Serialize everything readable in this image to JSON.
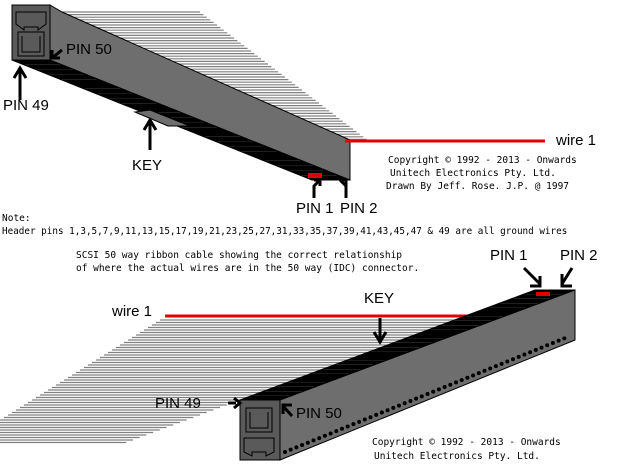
{
  "top_diagram": {
    "pin50": "PIN 50",
    "pin49": "PIN 49",
    "key": "KEY",
    "pin1": "PIN 1",
    "pin2": "PIN 2",
    "wire1": "wire 1",
    "copyright": [
      "Copyright © 1992 - 2013 - Onwards",
      "Unitech Electronics Pty. Ltd.",
      "Drawn By Jeff. Rose. J.P. @ 1997"
    ]
  },
  "note": {
    "heading": "Note:",
    "text": "Header pins 1,3,5,7,9,11,13,15,17,19,21,23,25,27,31,33,35,37,39,41,43,45,47 & 49 are all ground wires"
  },
  "caption": [
    "SCSI 50 way ribbon cable showing the correct relationship",
    "of where the actual wires are in the 50 way (IDC) connector."
  ],
  "bottom_diagram": {
    "pin1": "PIN 1",
    "pin2": "PIN 2",
    "wire1": "wire 1",
    "key": "KEY",
    "pin49": "PIN 49",
    "pin50": "PIN 50",
    "copyright": [
      "Copyright © 1992 - 2013 - Onwards",
      "Unitech Electronics Pty. Ltd."
    ]
  },
  "colors": {
    "connector": "#6e6e6e",
    "wire1": "#e00000",
    "cable": "#808080"
  }
}
